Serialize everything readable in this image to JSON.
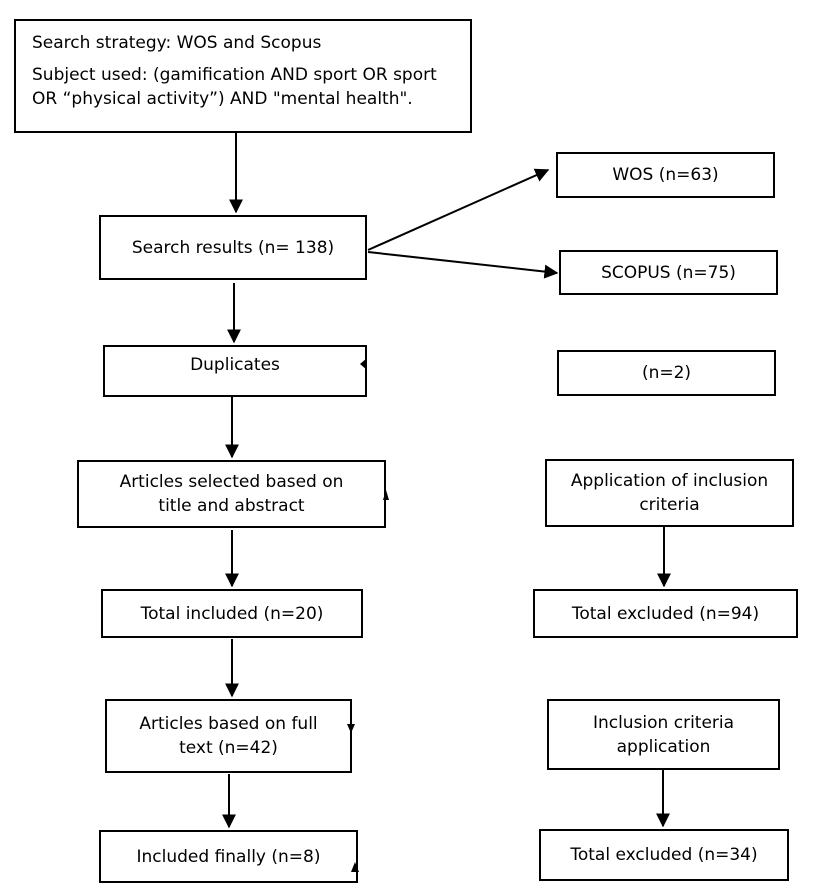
{
  "boxes": {
    "strategy": {
      "line1": "Search strategy: WOS and Scopus",
      "line2": "Subject used: (gamification AND sport OR sport OR “physical activity”) AND \"mental health\"."
    },
    "search_results": "Search results (n= 138)",
    "wos": "WOS (n=63)",
    "scopus": "SCOPUS (n=75)",
    "duplicates": "Duplicates",
    "dup_count": "(n=2)",
    "title_abstract": [
      "Articles selected based on",
      "title and abstract"
    ],
    "application_inclusion": [
      "Application of inclusion",
      "criteria"
    ],
    "total_included": "Total included (n=20)",
    "total_excluded_1": "Total excluded (n=94)",
    "full_text": [
      "Articles based on full",
      "text (n=42)"
    ],
    "inclusion_application": [
      "Inclusion criteria",
      "application"
    ],
    "included_finally": "Included finally (n=8)",
    "total_excluded_2": "Total excluded (n=34)"
  }
}
